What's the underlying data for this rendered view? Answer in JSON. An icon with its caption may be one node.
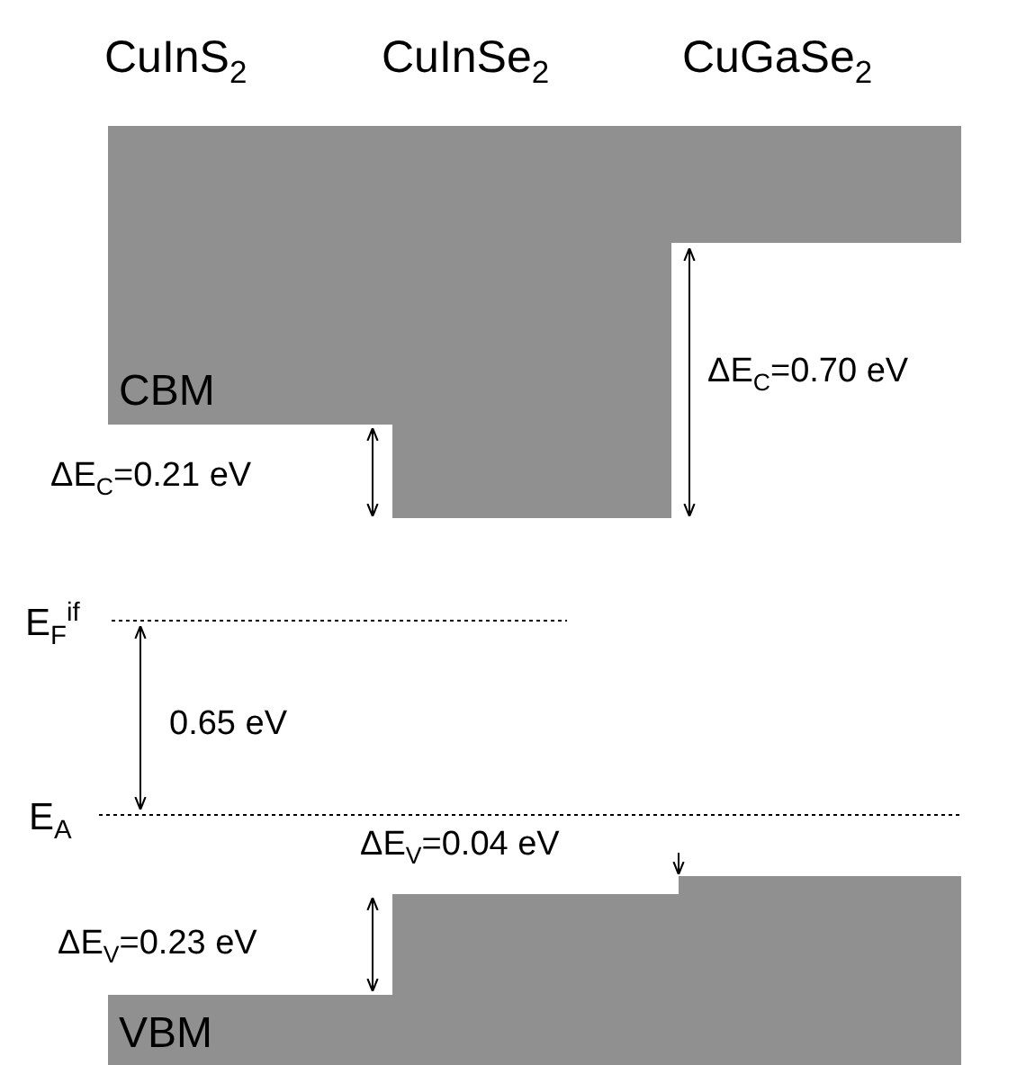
{
  "diagram": {
    "nodes": [
      {
        "text": [
          "CBM"
        ]
      },
      {
        "text": [
          "VBM"
        ]
      }
    ],
    "labels": [
      "CuInS$_{2}$",
      "CuInSe$_{2}$",
      "CuGaSe$_{2}$",
      "ΔE$_{C}$=0.70 eV",
      "ΔE$_{C}$=0.21 eV",
      "E$_{F}$$^{if}$",
      "0.65 eV",
      "E$_{A}$",
      "ΔE$_{V}$=0.04 eV",
      "ΔE$_{V}$=0.23 eV"
    ]
  }
}
